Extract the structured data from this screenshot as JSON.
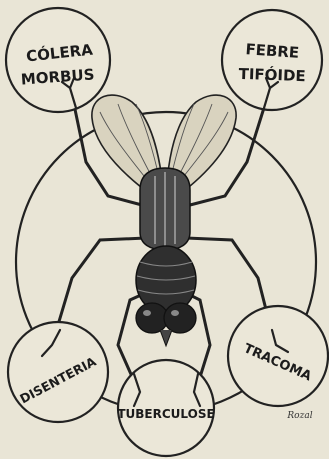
{
  "diseases": {
    "colera_line1": "CÓLERA",
    "colera_line2": "MORBUS",
    "febre_line1": "FEBRE",
    "febre_line2": "TIFÓIDE",
    "disenteria": "DISENTERIA",
    "tuberculose": "TUBERCULOSE",
    "tracoma": "TRACOMA"
  },
  "signature": "Rozal",
  "colors": {
    "paper": "#e9e5d6",
    "ink": "#1b1b1b",
    "wing": "#d9d3bf",
    "body": "#3a3a3a"
  }
}
